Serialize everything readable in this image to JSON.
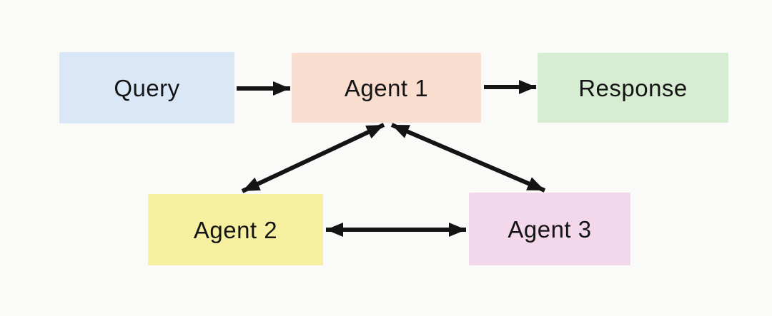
{
  "diagram": {
    "background": "#fafaf8",
    "text_color": "#151515",
    "arrow_color": "#141414",
    "nodes": [
      {
        "id": "query",
        "label": "Query",
        "fill": "#d9e7f6"
      },
      {
        "id": "agent1",
        "label": "Agent 1",
        "fill": "#f9ded0"
      },
      {
        "id": "response",
        "label": "Response",
        "fill": "#d7edd2"
      },
      {
        "id": "agent2",
        "label": "Agent 2",
        "fill": "#f6f0a0"
      },
      {
        "id": "agent3",
        "label": "Agent 3",
        "fill": "#f3d8eb"
      }
    ],
    "edges": [
      {
        "from": "Query",
        "to": "Agent 1",
        "direction": "one-way"
      },
      {
        "from": "Agent 1",
        "to": "Response",
        "direction": "one-way"
      },
      {
        "from": "Agent 1",
        "to": "Agent 2",
        "direction": "two-way"
      },
      {
        "from": "Agent 1",
        "to": "Agent 3",
        "direction": "two-way"
      },
      {
        "from": "Agent 2",
        "to": "Agent 3",
        "direction": "two-way"
      }
    ]
  }
}
